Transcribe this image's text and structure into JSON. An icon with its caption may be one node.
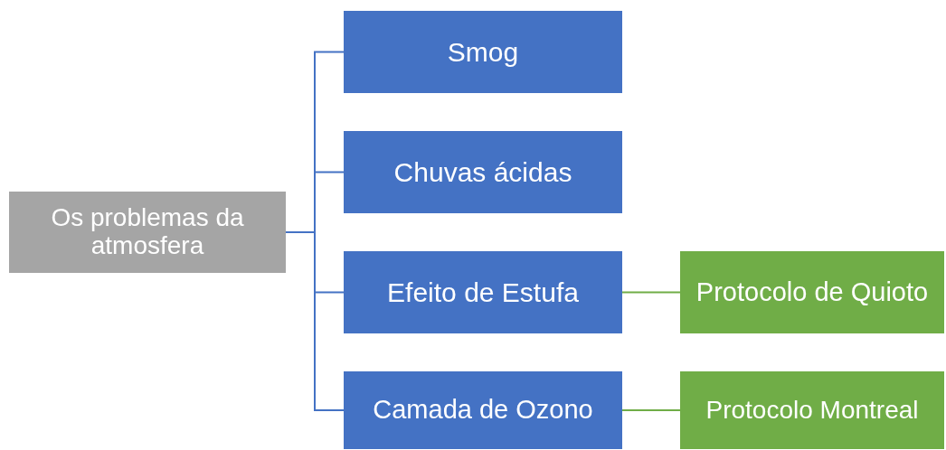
{
  "diagram": {
    "nodes": [
      {
        "text": [
          "Os problemas da atmosfera"
        ]
      },
      {
        "text": [
          "Smog"
        ]
      },
      {
        "text": [
          "Chuvas ácidas"
        ]
      },
      {
        "text": [
          "Efeito de Estufa"
        ]
      },
      {
        "text": [
          "Protocolo de Quioto"
        ]
      },
      {
        "text": [
          "Camada de Ozono"
        ]
      },
      {
        "text": [
          "Protocolo Montreal"
        ]
      }
    ],
    "edges": [
      {
        "from": 0,
        "to": 1,
        "arrow": "none"
      },
      {
        "from": 0,
        "to": 2,
        "arrow": "none"
      },
      {
        "from": 0,
        "to": 3,
        "arrow": "none"
      },
      {
        "from": 0,
        "to": 5,
        "arrow": "none"
      },
      {
        "from": 3,
        "to": 4,
        "arrow": "none",
        "color": "#70ad47"
      },
      {
        "from": 5,
        "to": 6,
        "arrow": "none",
        "color": "#70ad47"
      }
    ]
  }
}
